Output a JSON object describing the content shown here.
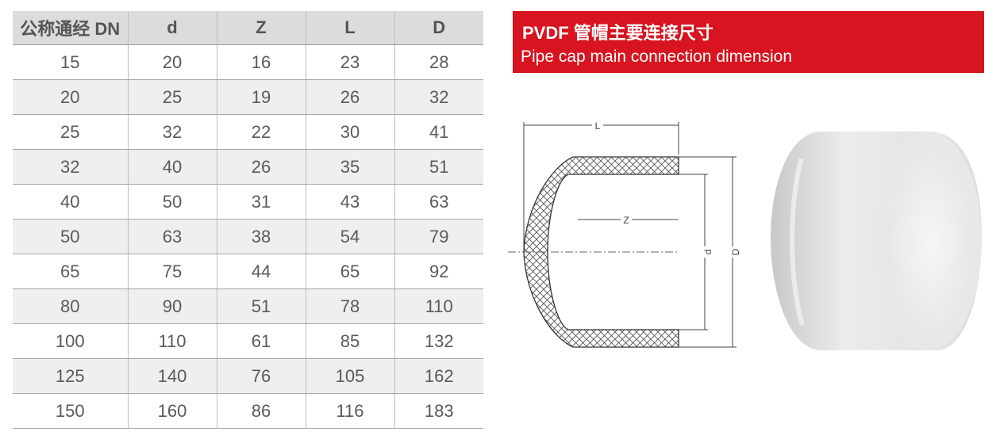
{
  "table": {
    "headers": [
      "公称通经 DN",
      "d",
      "Z",
      "L",
      "D"
    ],
    "rows": [
      [
        "15",
        "20",
        "16",
        "23",
        "28"
      ],
      [
        "20",
        "25",
        "19",
        "26",
        "32"
      ],
      [
        "25",
        "32",
        "22",
        "30",
        "41"
      ],
      [
        "32",
        "40",
        "26",
        "35",
        "51"
      ],
      [
        "40",
        "50",
        "31",
        "43",
        "63"
      ],
      [
        "50",
        "63",
        "38",
        "54",
        "79"
      ],
      [
        "65",
        "75",
        "44",
        "65",
        "92"
      ],
      [
        "80",
        "90",
        "51",
        "78",
        "110"
      ],
      [
        "100",
        "110",
        "61",
        "85",
        "132"
      ],
      [
        "125",
        "140",
        "76",
        "105",
        "162"
      ],
      [
        "150",
        "160",
        "86",
        "116",
        "183"
      ]
    ]
  },
  "banner": {
    "title": "PVDF 管帽主要连接尺寸",
    "subtitle": "Pipe cap main connection dimension",
    "color": "#d7141f"
  },
  "drawing": {
    "label_L": "L",
    "label_Z": "Z",
    "label_d": "d",
    "label_D": "D"
  }
}
